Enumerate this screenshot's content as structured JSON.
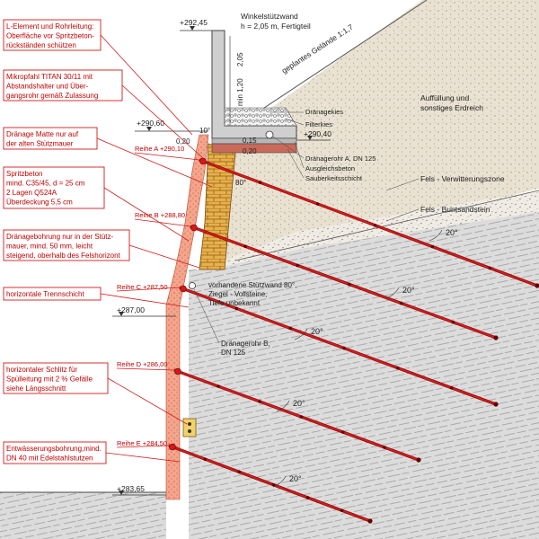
{
  "header": {
    "wall_title": "Winkelstützwand",
    "wall_sub": "h = 2,05 m, Fertigteil",
    "slope": "geplantes Gelände 1:1,7",
    "level_top": "+292,45"
  },
  "labels": {
    "fill": [
      "Auffüllung und",
      "sonstiges Erdreich"
    ],
    "drain_gravel": "Dränagekies",
    "filter_gravel": "Filterkies",
    "drain_pipe_a": "Dränagerohr A, DN 125",
    "levelling_concrete": "Ausgleichsbeton",
    "cleanliness_layer": "Sauberkeitsschicht",
    "rock_weathered": "Fels - Verwitterungszone",
    "rock_sandstone": "Fels - Buntsandstein",
    "existing_wall": [
      "vorhandene Stützwand 80°,",
      "Ziegel - Vollsteine,",
      "Tiefe unbekannt"
    ],
    "drain_pipe_b": [
      "Dränagerohr B,",
      "DN 125"
    ],
    "level_290_40": "+290,40",
    "level_290_60": "+290,60",
    "level_287_00": "+287,00",
    "level_283_65": "+283,65"
  },
  "dimensions": {
    "min_120": "min 1,20",
    "h_205": "2,05",
    "d_020": "0,20",
    "d_015": "0,15",
    "d_020b": "0,20",
    "angle_10": "10°",
    "angle_80": "80°"
  },
  "rows": [
    {
      "label": "Reihe A +290,10"
    },
    {
      "label": "Reihe B +288,80"
    },
    {
      "label": "Reihe C +287,50"
    },
    {
      "label": "Reihe D +286,00"
    },
    {
      "label": "Reihe E +284,50"
    }
  ],
  "anchor_angles": [
    "20°",
    "20°",
    "20°",
    "20°",
    "20°"
  ],
  "callouts": [
    {
      "lines": [
        "L-Element und Rohrleitung:",
        "Oberfläche vor Spritzbeton-",
        "rückständen schützen"
      ]
    },
    {
      "lines": [
        "Mikropfahl TITAN 30/11 mit",
        "Abstandshalter und Über-",
        "gangsrohr gemäß Zulassung"
      ]
    },
    {
      "lines": [
        "Dränage Matte nur auf",
        "der alten Stützmauer"
      ]
    },
    {
      "lines": [
        "Spritzbeton",
        "mind. C35/45, d = 25 cm",
        "2 Lagen Q524A",
        " Überdeckung 5,5 cm"
      ]
    },
    {
      "lines": [
        "Dränagebohrung nur in der Stütz-",
        "mauer, mind. 50 mm, leicht",
        "steigend, oberhalb des Felshorizont"
      ]
    },
    {
      "lines": [
        "horizontale Trennschicht"
      ]
    },
    {
      "lines": [
        "horizontaler Schlitz für",
        "Spülleitung mit 2 % Gefälle",
        "siehe Längsschnitt"
      ]
    },
    {
      "lines": [
        "Entwässerungsbohrung,mind.",
        "DN 40 mit Edelstahlstutzen"
      ]
    }
  ],
  "colors": {
    "red": "#d21a1a",
    "shotcrete": "#f2a48c",
    "brick": "#e8b24a",
    "fill": "#e7dfcf",
    "rock": "#d9d9d9",
    "concrete": "#c8c8c8"
  }
}
